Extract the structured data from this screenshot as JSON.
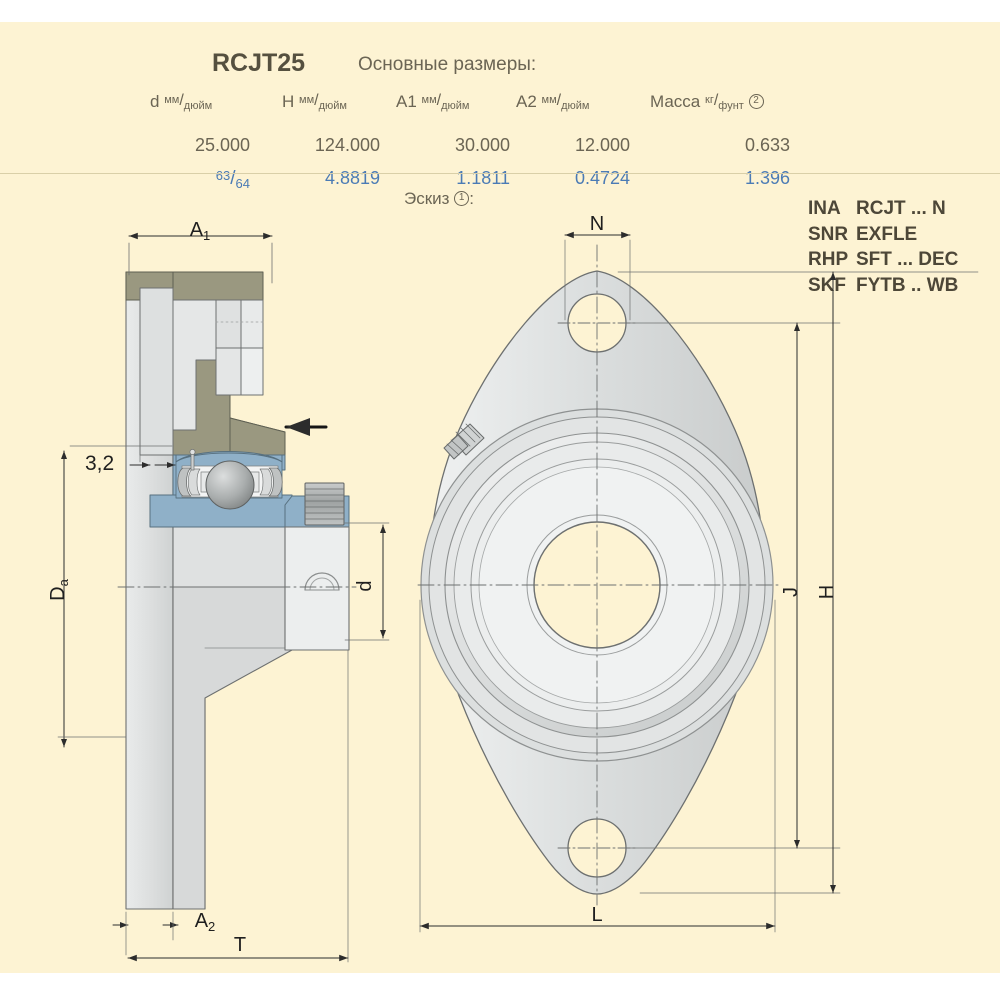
{
  "page": {
    "background": "#fdf3d3",
    "accent_blue": "#4b7bb5",
    "text_color": "#6b6554"
  },
  "header": {
    "part_number": "RCJT25",
    "subtitle": "Основные размеры:",
    "columns": [
      {
        "symbol": "d",
        "unit_num": "мм",
        "unit_den": "дюйм",
        "note": ""
      },
      {
        "symbol": "H",
        "unit_num": "мм",
        "unit_den": "дюйм",
        "note": ""
      },
      {
        "symbol": "A1",
        "unit_num": "мм",
        "unit_den": "дюйм",
        "note": ""
      },
      {
        "symbol": "A2",
        "unit_num": "мм",
        "unit_den": "дюйм",
        "note": ""
      },
      {
        "symbol": "Масса",
        "unit_num": "кг",
        "unit_den": "фунт",
        "note": "2"
      }
    ],
    "values_mm": [
      "25.000",
      "124.000",
      "30.000",
      "12.000",
      "0.633"
    ],
    "values_inch": [
      "63/64",
      "4.8819",
      "1.1811",
      "0.4724",
      "1.396"
    ],
    "inch_fraction": {
      "num": "63",
      "den": "64"
    }
  },
  "sketch": {
    "label": "Эскиз",
    "label_note": "1",
    "label_suffix": ":"
  },
  "brands": [
    {
      "maker": "INA",
      "series": "RCJT ... N"
    },
    {
      "maker": "SNR",
      "series": "EXFLE"
    },
    {
      "maker": "RHP",
      "series": "SFT ... DEC"
    },
    {
      "maker": "SKF",
      "series": "FYTB .. WB"
    }
  ],
  "dimensions": {
    "section_view": [
      "A1",
      "3,2",
      "Da",
      "d",
      "A2",
      "T"
    ],
    "front_view": [
      "N",
      "J",
      "H",
      "L"
    ]
  },
  "colors": {
    "housing_olive": "#9a9880",
    "bearing_blue": "#8fb0c8",
    "steel_light": "#e8eaea",
    "steel_mid": "#d4d6d6",
    "line": "#5a5a5a"
  }
}
